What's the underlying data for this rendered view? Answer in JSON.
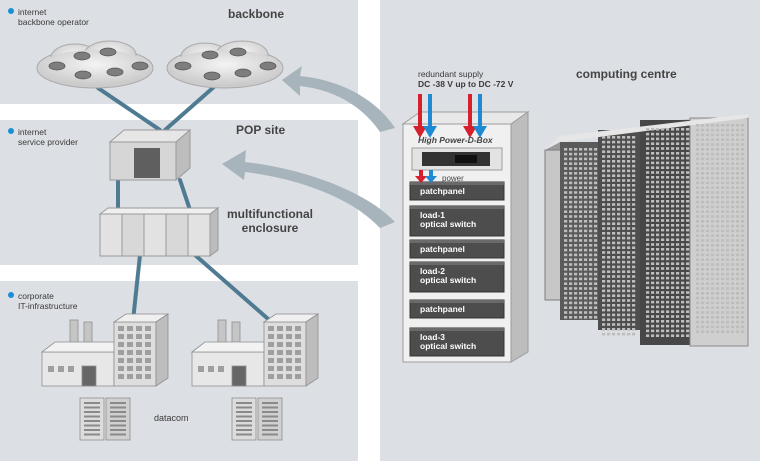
{
  "sections": {
    "backbone": "backbone",
    "pop_site": "POP site",
    "enclosure_line1": "multifunctional",
    "enclosure_line2": "enclosure",
    "computing_centre": "computing centre",
    "datacom": "datacom"
  },
  "tiers": [
    {
      "line1": "internet",
      "line2": "backbone operator"
    },
    {
      "line1": "internet",
      "line2": "service provider"
    },
    {
      "line1": "corporate",
      "line2": "IT-infrastructure"
    }
  ],
  "supply": {
    "line1": "redundant supply",
    "line2": "DC -38 V up to DC -72 V"
  },
  "rack": {
    "title": "High Power-D-Box",
    "power_label": "power",
    "slots": [
      {
        "line1": "patchpanel",
        "line2": ""
      },
      {
        "line1": "load-1",
        "line2": "optical switch"
      },
      {
        "line1": "patchpanel",
        "line2": ""
      },
      {
        "line1": "load-2",
        "line2": "optical switch"
      },
      {
        "line1": "patchpanel",
        "line2": ""
      },
      {
        "line1": "load-3",
        "line2": "optical switch"
      }
    ]
  },
  "colors": {
    "accent_dot": "#1a8fd6",
    "link_line": "#4f7b92",
    "arrow_red": "#d7202e",
    "arrow_blue": "#1f8ad3",
    "band": "#dcdfe3"
  }
}
